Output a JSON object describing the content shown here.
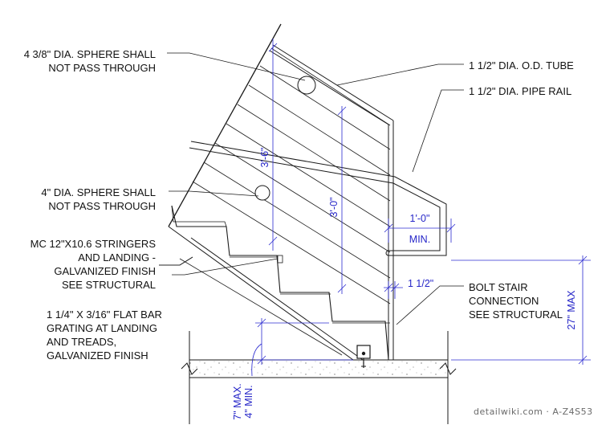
{
  "labels": {
    "sphere_438": [
      "4 3/8\" DIA. SPHERE SHALL",
      "NOT PASS THROUGH"
    ],
    "sphere_4": [
      "4\" DIA. SPHERE SHALL",
      "NOT PASS THROUGH"
    ],
    "stringers": [
      "MC 12\"X10.6 STRINGERS",
      "AND LANDING -",
      "GALVANIZED FINISH",
      "SEE STRUCTURAL"
    ],
    "grating": [
      "1 1/4\" X 3/16\" FLAT BAR",
      "GRATING AT LANDING",
      "AND TREADS,",
      "GALVANIZED FINISH"
    ],
    "od_tube": "1 1/2\" DIA. O.D. TUBE",
    "pipe_rail": "1 1/2\" DIA. PIPE RAIL",
    "bolt": [
      "BOLT STAIR",
      "CONNECTION",
      "SEE STRUCTURAL"
    ]
  },
  "dimensions": {
    "guard_height": "3'-6\"",
    "rail_height": "3'-0\"",
    "extension_top": "1'-0\"",
    "extension_bottom": "MIN.",
    "clearance": "1 1/2\"",
    "max_height": "27\" MAX",
    "riser_max": "7\" MAX.",
    "riser_min": "4\" MIN."
  },
  "watermark": "detailwiki.com · A-Z4S53",
  "colors": {
    "linework": "#1a1a1a",
    "dimension": "#2b2bd0"
  }
}
